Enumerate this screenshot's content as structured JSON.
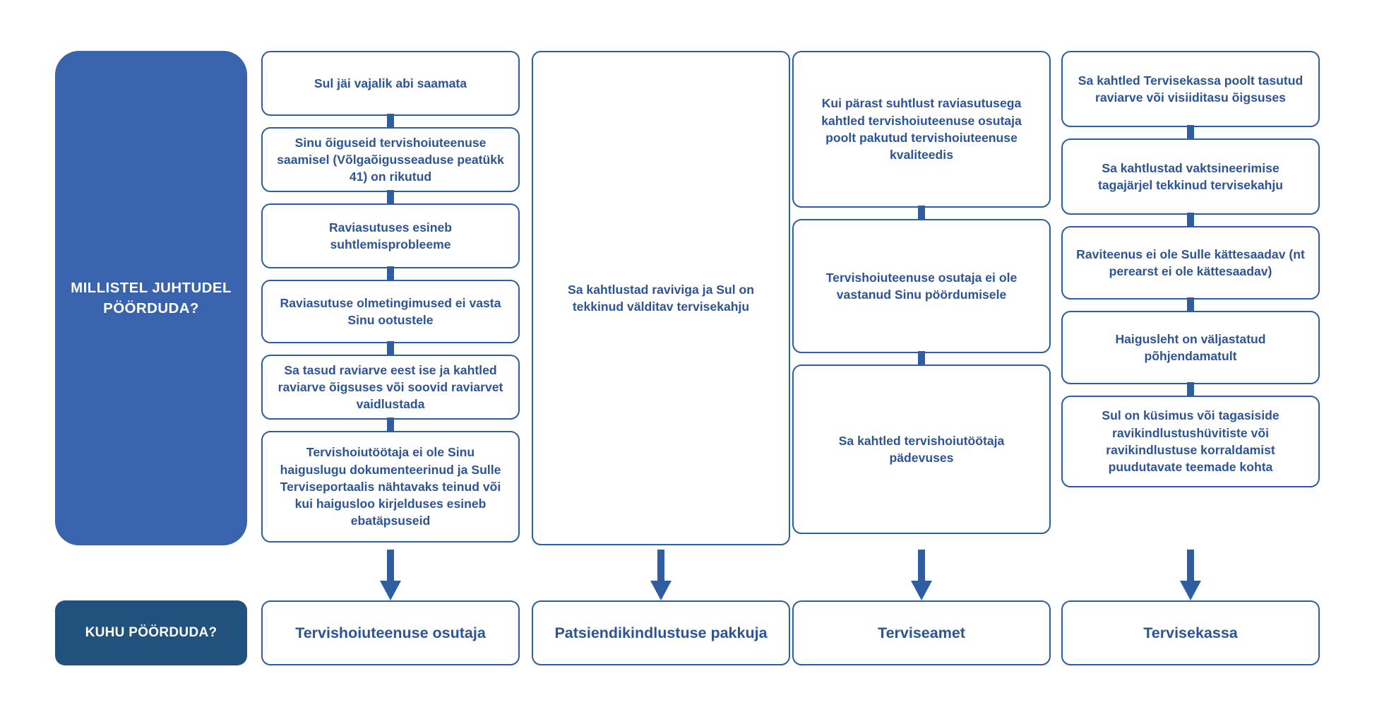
{
  "colors": {
    "sidebar_cases_bg": "#3a63ad",
    "sidebar_where_bg": "#21527e",
    "node_border": "#2e5da0",
    "node_text": "#2c5496",
    "page_bg": "#ffffff",
    "label_text": "#ffffff"
  },
  "sidebar": {
    "cases_label": "MILLISTEL JUHTUDEL PÖÖRDUDA?",
    "where_label": "KUHU PÖÖRDUDA?"
  },
  "columns": [
    {
      "id": "col-1",
      "destination": "Tervishoiuteenuse osutaja",
      "nodes": [
        "Sul jäi vajalik abi saamata",
        "Sinu õiguseid tervishoiuteenuse saamisel (Võlgaõigusseaduse peatükk 41) on rikutud",
        "Raviasutuses esineb suhtlemisprobleeme",
        "Raviasutuse olmetingimused ei vasta Sinu ootustele",
        "Sa tasud raviarve eest ise ja kahtled raviarve õigsuses või soovid raviarvet vaidlustada",
        "Tervishoiutöötaja ei ole Sinu haiguslugu dokumenteerinud ja Sulle Terviseportaalis nähtavaks teinud või kui haigusloo kirjelduses esineb ebatäpsuseid"
      ]
    },
    {
      "id": "col-2",
      "destination": "Patsiendikindlustuse pakkuja",
      "nodes": [
        "Sa kahtlustad raviviga ja Sul on tekkinud välditav tervisekahju"
      ]
    },
    {
      "id": "col-3",
      "destination": "Terviseamet",
      "nodes": [
        "Kui pärast suhtlust raviasutusega kahtled tervishoiuteenuse osutaja poolt pakutud tervishoiuteenuse kvaliteedis",
        "Tervishoiuteenuse osutaja ei ole vastanud Sinu pöördumisele",
        "Sa kahtled tervishoiutöötaja pädevuses"
      ]
    },
    {
      "id": "col-4",
      "destination": "Tervisekassa",
      "nodes": [
        "Sa kahtled Tervisekassa poolt tasutud raviarve või visiiditasu õigsuses",
        "Sa kahtlustad vaktsineerimise tagajärjel tekkinud tervisekahju",
        "Raviteenus ei ole Sulle kättesaadav (nt perearst ei ole kättesaadav)",
        "Haigusleht on väljastatud põhjendamatult",
        "Sul on küsimus või tagasiside ravikindlustushüvitiste või ravikindlustuse korraldamist puudutavate teemade kohta"
      ]
    }
  ]
}
